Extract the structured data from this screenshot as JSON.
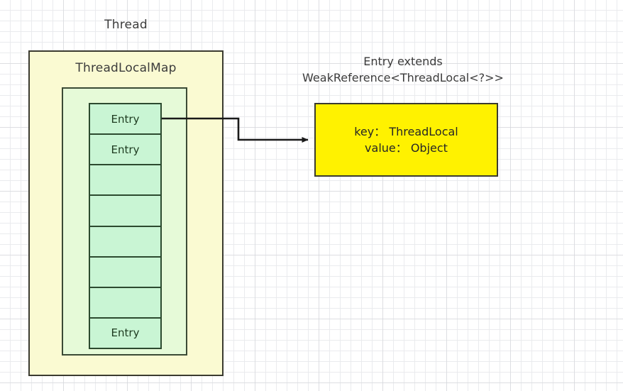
{
  "diagram": {
    "title_thread": "Thread",
    "title_map": "ThreadLocalMap",
    "entry_table": {
      "cells": [
        {
          "label": "Entry"
        },
        {
          "label": "Entry"
        },
        {
          "label": ""
        },
        {
          "label": ""
        },
        {
          "label": ""
        },
        {
          "label": ""
        },
        {
          "label": ""
        },
        {
          "label": "Entry"
        }
      ]
    },
    "entry_detail": {
      "heading_line1": "Entry extends",
      "heading_line2": "WeakReference<ThreadLocal<?>>",
      "key_line": "key： ThreadLocal",
      "value_line": "value： Object"
    },
    "connector": {
      "name": "entry-to-detail-arrow"
    },
    "colors": {
      "thread_fill": "#FAFAD2",
      "map_fill": "#E6FAD8",
      "entry_fill": "#C9F5D4",
      "detail_fill": "#FFF200",
      "stroke": "#3B3B30",
      "grid_minor": "#E9EAED",
      "grid_major": "#D2D4D8"
    }
  }
}
